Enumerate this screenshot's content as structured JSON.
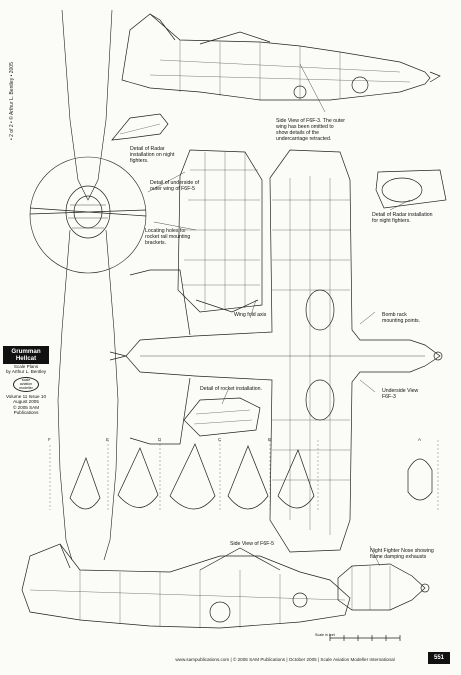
{
  "side_credit": "• 2 of 2 • © Arthur L. Bentley • 2005",
  "info_box": {
    "title": "Grumman Hellcat",
    "line1": "Scale Plans",
    "line2": "by Arthur L. Bentley",
    "logo_top": "scale",
    "logo_mid": "aviation",
    "logo_bottom": "modeller",
    "volume": "Volume 11 Issue 10",
    "date": "August 2005",
    "copyright": "© 2005 SAM Publications"
  },
  "labels": {
    "side_f6f3": "Side View of F6F-3.  The outer wing has been omitted to show details of the undercarriage retracted.",
    "radar_left": "Detail of Radar installation on night fighters.",
    "underside_outer": "Detail of underside of outer wing of F6F-5",
    "locating": "Locating holes for rocket rail mounting brackets.",
    "radar_right": "Detail of Radar installation for night fighters.",
    "wing_fold": "Wing fold axis",
    "bomb_rack": "Bomb rack mounting points.",
    "underside_view": "Underside View F6F-3",
    "rocket_detail": "Detail of rocket installation.",
    "side_f6f5": "Side View of F6F-5",
    "night_nose": "Night Fighter Nose showing flame damping exhausts"
  },
  "section_letters": [
    "F",
    "E",
    "D",
    "C",
    "B",
    "A"
  ],
  "scale_label": "Scale in feet",
  "footer": "www.sampublications.com  |  © 2005 SAM Publications  |  October 2005  |  Scale Aviation Modeller International",
  "page_number": "551"
}
